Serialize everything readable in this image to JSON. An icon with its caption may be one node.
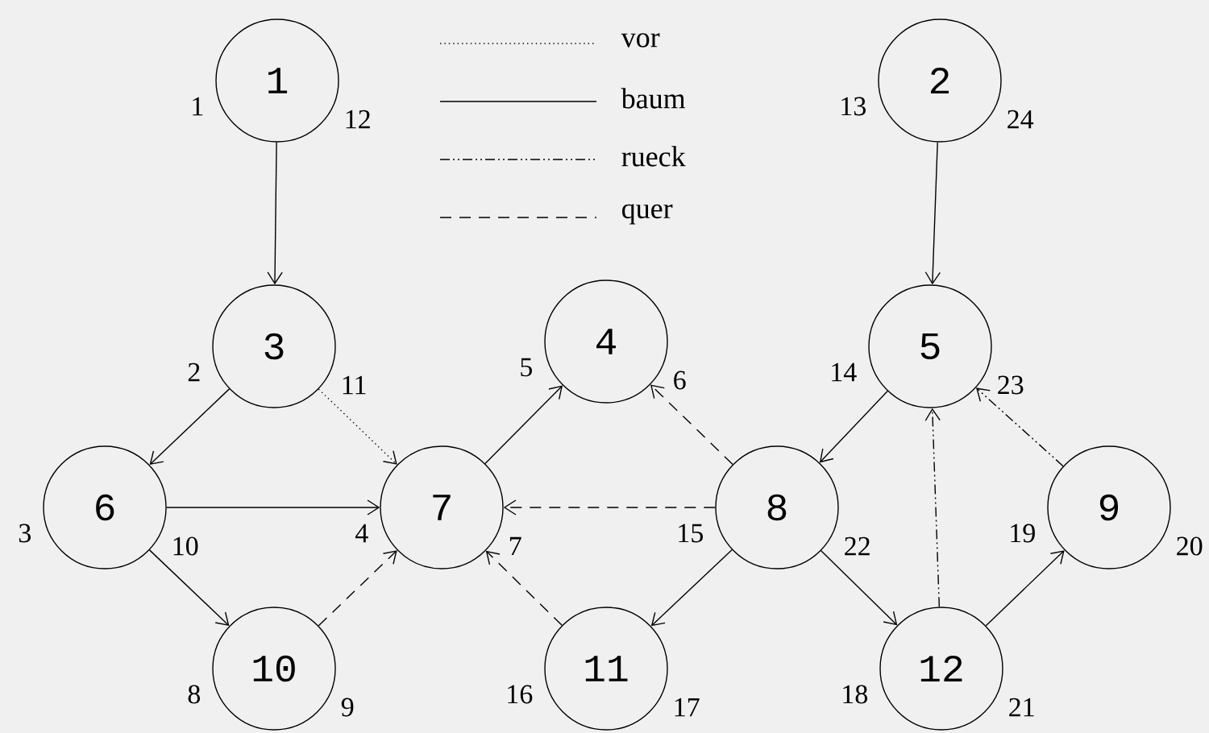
{
  "diagram": {
    "nodes": [
      {
        "text": [
          "1"
        ],
        "beside": [
          "1",
          "12"
        ]
      },
      {
        "text": [
          "2"
        ],
        "beside": [
          "13",
          "24"
        ]
      },
      {
        "text": [
          "3"
        ],
        "beside": [
          "2",
          "11"
        ]
      },
      {
        "text": [
          "4"
        ],
        "beside": [
          "5",
          "6"
        ]
      },
      {
        "text": [
          "5"
        ],
        "beside": [
          "14",
          "23"
        ]
      },
      {
        "text": [
          "6"
        ],
        "beside": [
          "3",
          "10"
        ]
      },
      {
        "text": [
          "7"
        ],
        "beside": [
          "4",
          "7"
        ]
      },
      {
        "text": [
          "8"
        ],
        "beside": [
          "15",
          "22"
        ]
      },
      {
        "text": [
          "9"
        ],
        "beside": [
          "19",
          "20"
        ]
      },
      {
        "text": [
          "10"
        ],
        "beside": [
          "8",
          "9"
        ]
      },
      {
        "text": [
          "11"
        ],
        "beside": [
          "16",
          "17"
        ]
      },
      {
        "text": [
          "12"
        ],
        "beside": [
          "18",
          "21"
        ]
      }
    ],
    "edges": [
      {
        "from": 0,
        "to": 2,
        "arrow": "to"
      },
      {
        "from": 2,
        "to": 5,
        "arrow": "to"
      },
      {
        "from": 2,
        "to": 6,
        "arrow": "to",
        "style": "dashed"
      },
      {
        "from": 5,
        "to": 6,
        "arrow": "to"
      },
      {
        "from": 5,
        "to": 9,
        "arrow": "to"
      },
      {
        "from": 9,
        "to": 6,
        "arrow": "to",
        "style": "dashed"
      },
      {
        "from": 6,
        "to": 3,
        "arrow": "to"
      },
      {
        "from": 7,
        "to": 3,
        "arrow": "to",
        "style": "dashed"
      },
      {
        "from": 7,
        "to": 6,
        "arrow": "to",
        "style": "dashed"
      },
      {
        "from": 10,
        "to": 6,
        "arrow": "to",
        "style": "dashed"
      },
      {
        "from": 1,
        "to": 4,
        "arrow": "to"
      },
      {
        "from": 4,
        "to": 7,
        "arrow": "to"
      },
      {
        "from": 7,
        "to": 10,
        "arrow": "to"
      },
      {
        "from": 7,
        "to": 11,
        "arrow": "to"
      },
      {
        "from": 11,
        "to": 4,
        "arrow": "to",
        "style": "dashed"
      },
      {
        "from": 11,
        "to": 8,
        "arrow": "to"
      },
      {
        "from": 8,
        "to": 4,
        "arrow": "to",
        "style": "dashed"
      }
    ],
    "legend": [
      {
        "text": "vor"
      },
      {
        "text": "baum"
      },
      {
        "text": "rueck"
      },
      {
        "text": "quer"
      }
    ]
  }
}
